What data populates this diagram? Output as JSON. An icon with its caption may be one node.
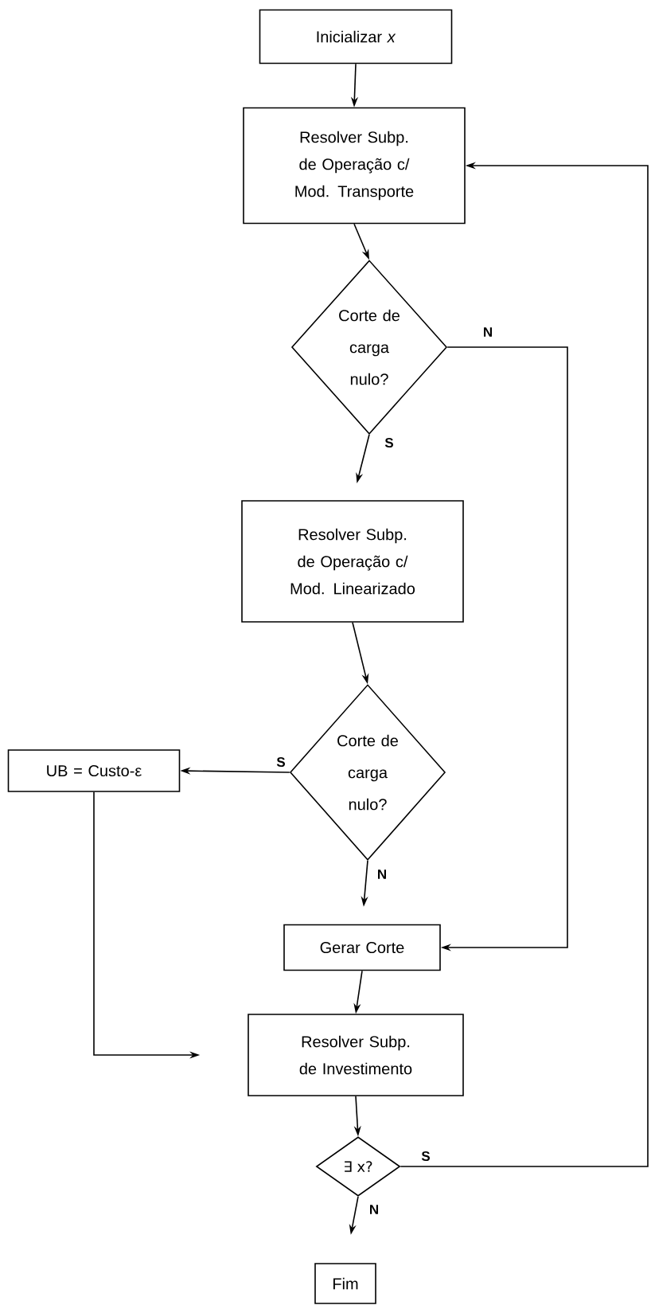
{
  "diagram": {
    "nodes": [
      {
        "text": [
          "Inicializar *x*"
        ]
      },
      {
        "text": [
          "Resolver Subp. de Operação c/ Mod. Transporte"
        ]
      },
      {
        "text": [
          "Corte de carga nulo?"
        ]
      },
      {
        "text": [
          "Resolver Subp. de Operação c/ Mod. Linearizado"
        ]
      },
      {
        "text": [
          "Corte de carga nulo?"
        ]
      },
      {
        "text": [
          "UB = Custo-ε"
        ]
      },
      {
        "text": [
          "Gerar Corte"
        ]
      },
      {
        "text": [
          "Resolver Subp. de Investimento"
        ]
      },
      {
        "text": [
          "∃ x?"
        ]
      },
      {
        "text": [
          "Fim"
        ]
      }
    ],
    "edges": [
      {
        "from": 0,
        "to": 1,
        "arrow": "to"
      },
      {
        "from": 1,
        "to": 2,
        "arrow": "to"
      },
      {
        "from": 2,
        "to": 3,
        "arrow": "to",
        "label": "S"
      },
      {
        "from": 2,
        "to": 6,
        "arrow": "to",
        "label": "N"
      },
      {
        "from": 3,
        "to": 4,
        "arrow": "to"
      },
      {
        "from": 4,
        "to": 5,
        "arrow": "to",
        "label": "S"
      },
      {
        "from": 4,
        "to": 6,
        "arrow": "to",
        "label": "N"
      },
      {
        "from": 5,
        "to": 7,
        "arrow": "to"
      },
      {
        "from": 6,
        "to": 7,
        "arrow": "to"
      },
      {
        "from": 7,
        "to": 8,
        "arrow": "to"
      },
      {
        "from": 8,
        "to": 1,
        "arrow": "to",
        "label": "S"
      },
      {
        "from": 8,
        "to": 9,
        "arrow": "to",
        "label": "N"
      }
    ]
  }
}
